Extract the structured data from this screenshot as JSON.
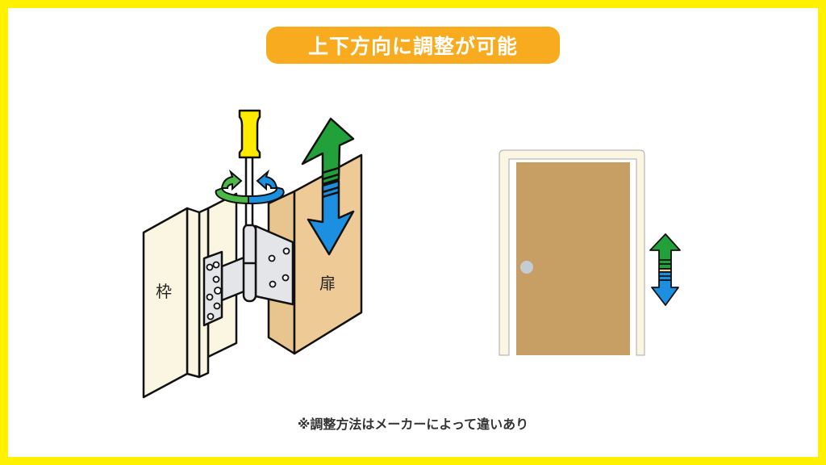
{
  "title": "上下方向に調整が可能",
  "labels": {
    "frame": "枠",
    "door": "扉"
  },
  "note": "※調整方法はメーカーによって違いあり",
  "colors": {
    "border": "#FFF100",
    "title_bg": "#F8AB1F",
    "up_arrow": "#22A03A",
    "down_arrow": "#1C8FE0",
    "door": "#C79F64",
    "frame": "#FBF6E1",
    "screwdriver": "#FFEB00"
  }
}
